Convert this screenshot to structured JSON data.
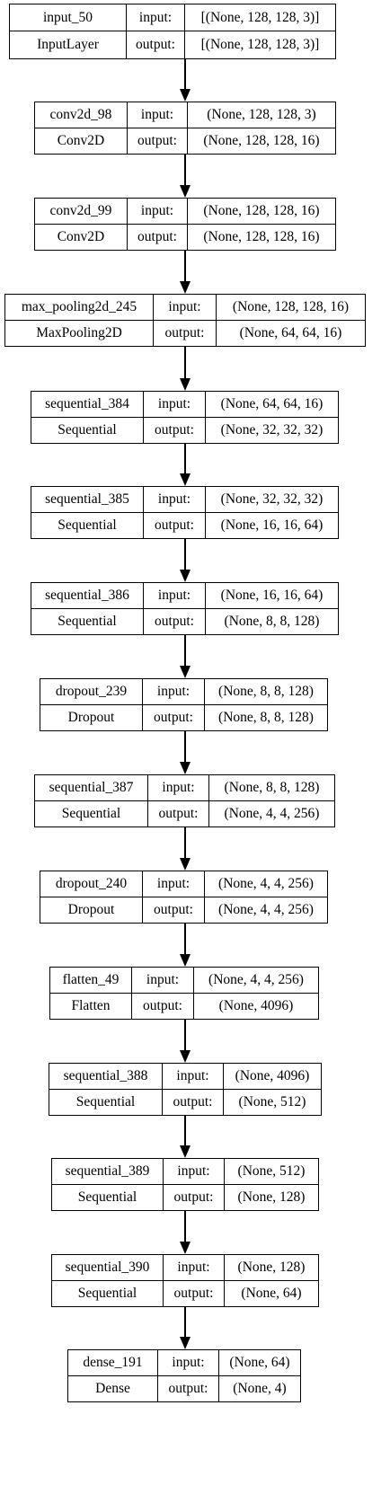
{
  "diagram": {
    "input_label": "input:",
    "output_label": "output:",
    "layers": [
      {
        "name": "input_50",
        "type": "InputLayer",
        "input": "[(None, 128, 128, 3)]",
        "output": "[(None, 128, 128, 3)]"
      },
      {
        "name": "conv2d_98",
        "type": "Conv2D",
        "input": "(None, 128, 128, 3)",
        "output": "(None, 128, 128, 16)"
      },
      {
        "name": "conv2d_99",
        "type": "Conv2D",
        "input": "(None, 128, 128, 16)",
        "output": "(None, 128, 128, 16)"
      },
      {
        "name": "max_pooling2d_245",
        "type": "MaxPooling2D",
        "input": "(None, 128, 128, 16)",
        "output": "(None, 64, 64, 16)"
      },
      {
        "name": "sequential_384",
        "type": "Sequential",
        "input": "(None, 64, 64, 16)",
        "output": "(None, 32, 32, 32)"
      },
      {
        "name": "sequential_385",
        "type": "Sequential",
        "input": "(None, 32, 32, 32)",
        "output": "(None, 16, 16, 64)"
      },
      {
        "name": "sequential_386",
        "type": "Sequential",
        "input": "(None, 16, 16, 64)",
        "output": "(None, 8, 8, 128)"
      },
      {
        "name": "dropout_239",
        "type": "Dropout",
        "input": "(None, 8, 8, 128)",
        "output": "(None, 8, 8, 128)"
      },
      {
        "name": "sequential_387",
        "type": "Sequential",
        "input": "(None, 8, 8, 128)",
        "output": "(None, 4, 4, 256)"
      },
      {
        "name": "dropout_240",
        "type": "Dropout",
        "input": "(None, 4, 4, 256)",
        "output": "(None, 4, 4, 256)"
      },
      {
        "name": "flatten_49",
        "type": "Flatten",
        "input": "(None, 4, 4, 256)",
        "output": "(None, 4096)"
      },
      {
        "name": "sequential_388",
        "type": "Sequential",
        "input": "(None, 4096)",
        "output": "(None, 512)"
      },
      {
        "name": "sequential_389",
        "type": "Sequential",
        "input": "(None, 512)",
        "output": "(None, 128)"
      },
      {
        "name": "sequential_390",
        "type": "Sequential",
        "input": "(None, 128)",
        "output": "(None, 64)"
      },
      {
        "name": "dense_191",
        "type": "Dense",
        "input": "(None, 64)",
        "output": "(None, 4)"
      }
    ]
  }
}
